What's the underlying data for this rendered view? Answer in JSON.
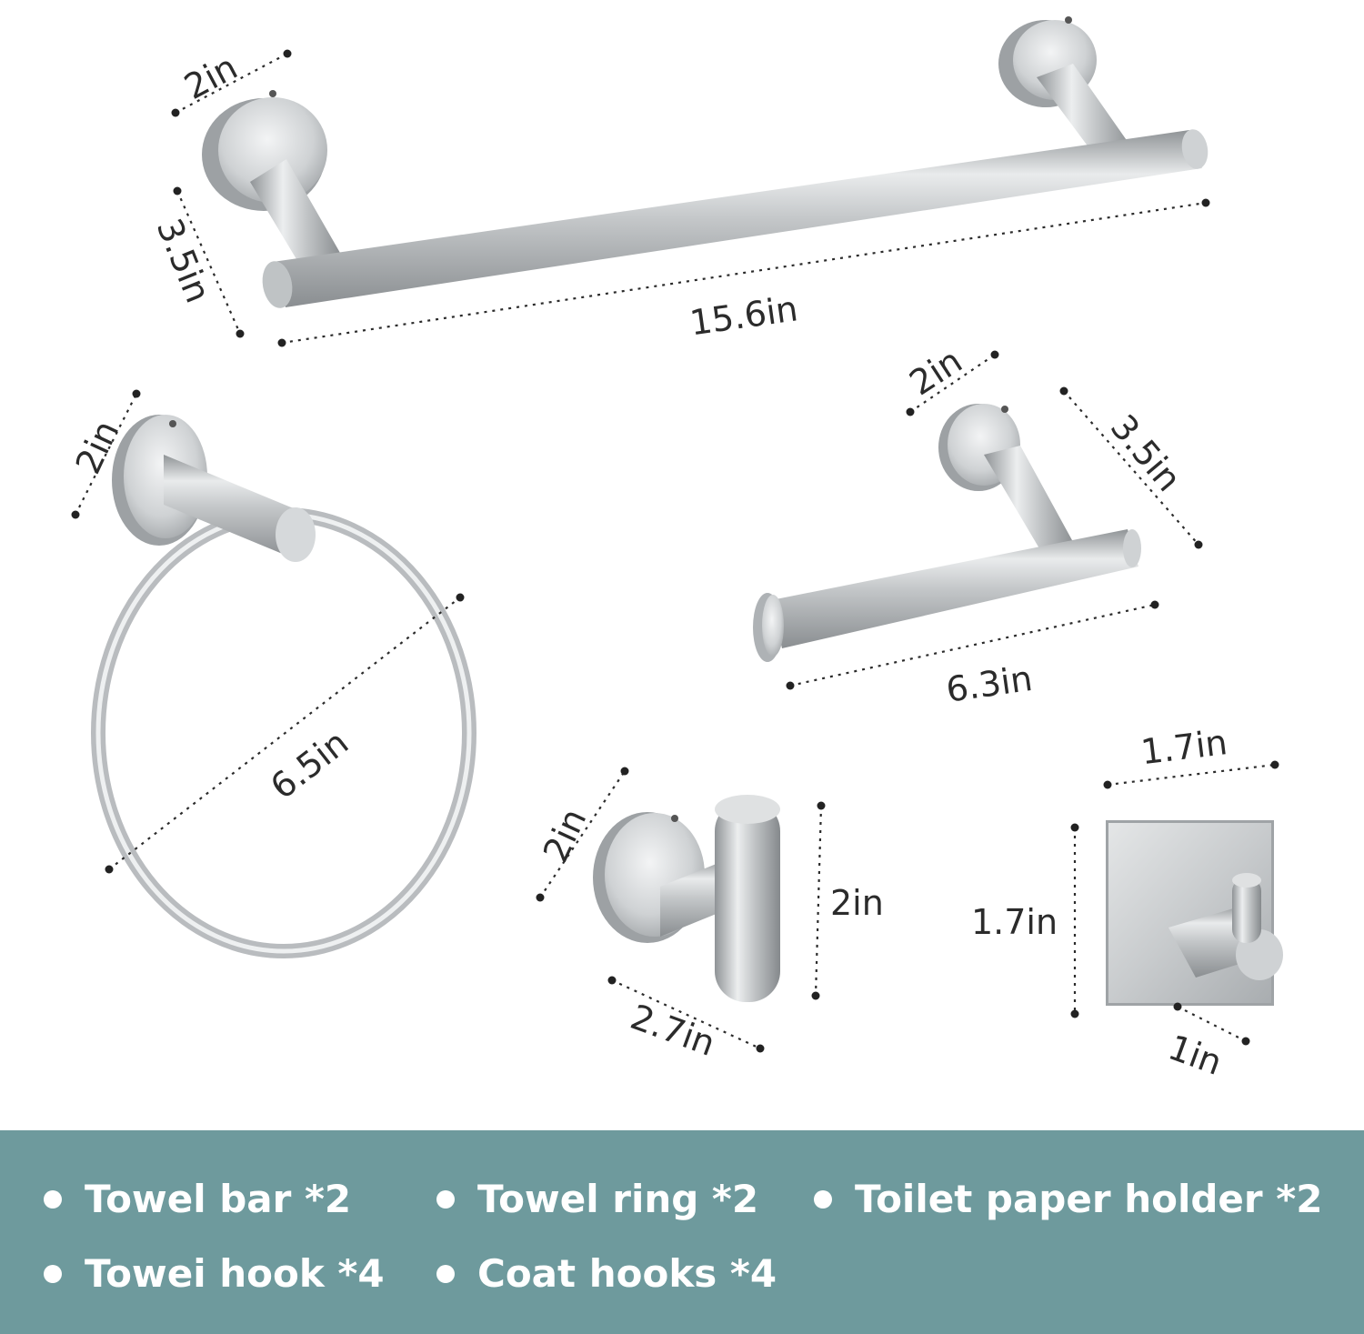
{
  "dimensions": {
    "bar_base": "2in",
    "bar_depth": "3.5in",
    "bar_length": "15.6in",
    "ring_base": "2in",
    "ring_diameter": "6.5in",
    "tp_base": "2in",
    "tp_depth": "3.5in",
    "tp_length": "6.3in",
    "robe_base": "2in",
    "robe_height": "2in",
    "robe_depth": "2.7in",
    "adh_width": "1.7in",
    "adh_height": "1.7in",
    "adh_depth": "1in"
  },
  "items": [
    "Towel bar *2",
    "Towel ring *2",
    "Toilet paper holder *2",
    "Towei hook *4",
    "Coat hooks *4"
  ],
  "colors": {
    "banner": "#6e9a9d",
    "text": "#ffffff",
    "metal": "#c9ccce"
  }
}
